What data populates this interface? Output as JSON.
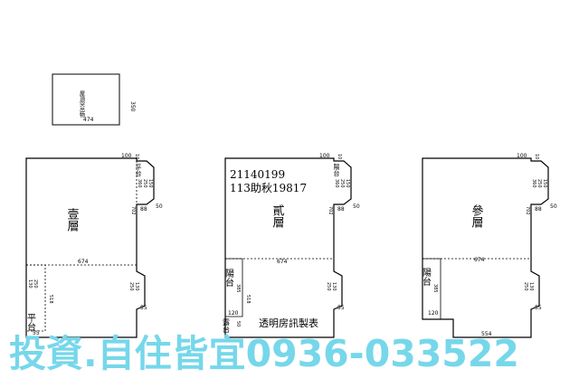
{
  "roof": {
    "title_lines": [
      "屋頂突出物"
    ],
    "width_dim": "474",
    "height_dim": "350"
  },
  "annotation": {
    "line1": "21140199",
    "line2": "113助秋19817"
  },
  "floors": [
    {
      "name": "壹層",
      "dims": [
        "100",
        "10",
        "360",
        "250",
        "150",
        "50",
        "702",
        "88",
        "674",
        "130",
        "250",
        "518",
        "250",
        "130",
        "55",
        "55"
      ],
      "labels": [
        "平台",
        "平台"
      ]
    },
    {
      "name": "貳層",
      "dims": [
        "100",
        "10",
        "360",
        "250",
        "150",
        "50",
        "702",
        "88",
        "674",
        "385",
        "518",
        "120",
        "50",
        "250",
        "130",
        "55"
      ],
      "labels": [
        "陽台",
        "陽台",
        "露台"
      ]
    },
    {
      "name": "參層",
      "dims": [
        "100",
        "10",
        "360",
        "250",
        "150",
        "50",
        "702",
        "88",
        "674",
        "385",
        "120",
        "250",
        "130",
        "55",
        "554"
      ],
      "labels": [
        "陽台",
        "陽台"
      ]
    }
  ],
  "credit": "透明房訊製表",
  "footer": {
    "text": "投資.自住皆宜0936-033522",
    "color": "#76d7ea"
  }
}
